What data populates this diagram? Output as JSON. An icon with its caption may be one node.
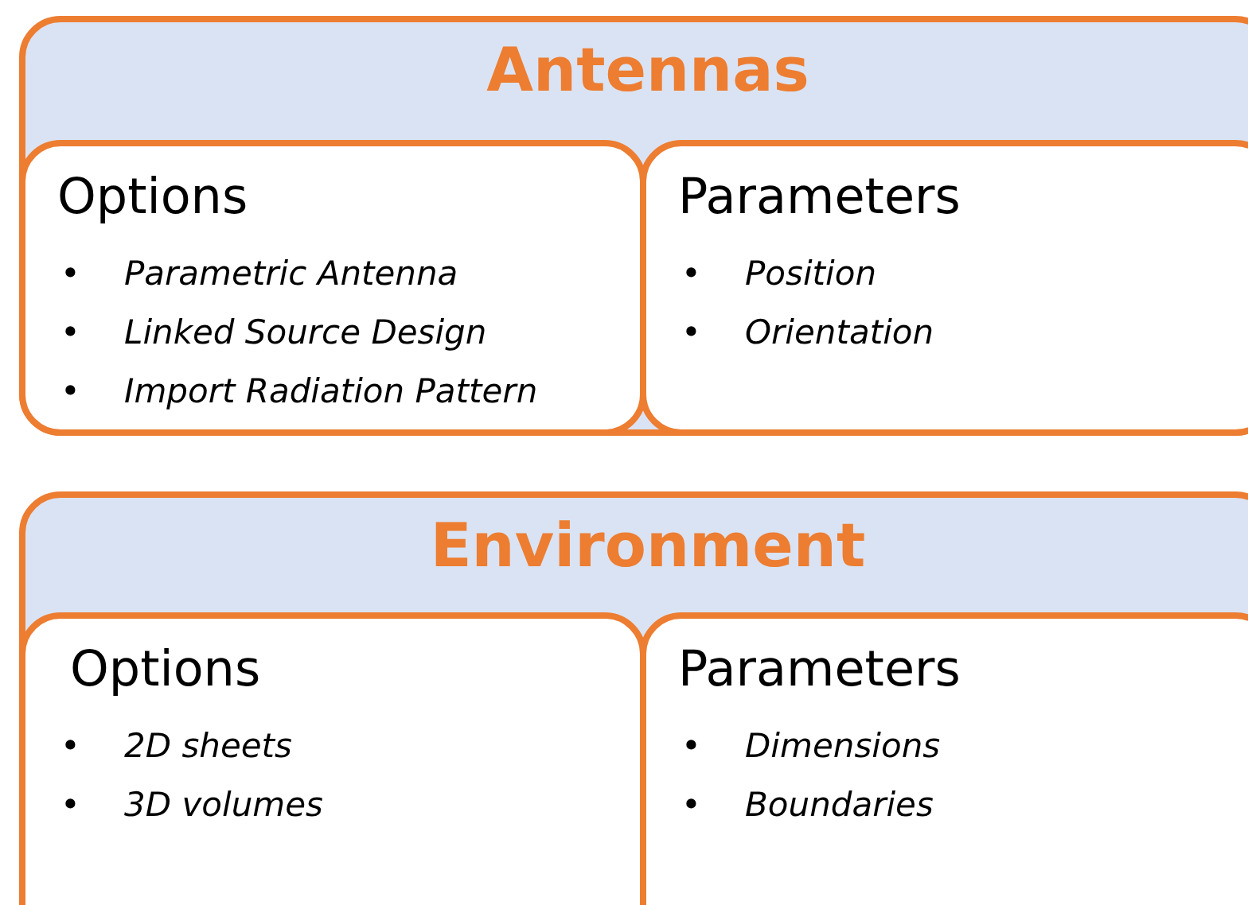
{
  "diagram": {
    "nodes": [
      {
        "text": [
          "Antennas"
        ]
      },
      {
        "text": [
          "Options",
          "•",
          "Parametric Antenna",
          "•",
          "Linked Source Design",
          "•",
          "Import Radiation Pattern"
        ],
        "in": 0
      },
      {
        "text": [
          "Parameters",
          "•",
          "Position",
          "•",
          "Orientation"
        ],
        "in": 0
      },
      {
        "text": [
          "Environment"
        ]
      },
      {
        "text": [
          "Options",
          "•",
          "2D sheets",
          "•",
          "3D volumes"
        ],
        "in": 3
      },
      {
        "text": [
          "Parameters",
          "•",
          "Dimensions",
          "•",
          "Boundaries"
        ],
        "in": 3
      }
    ]
  }
}
